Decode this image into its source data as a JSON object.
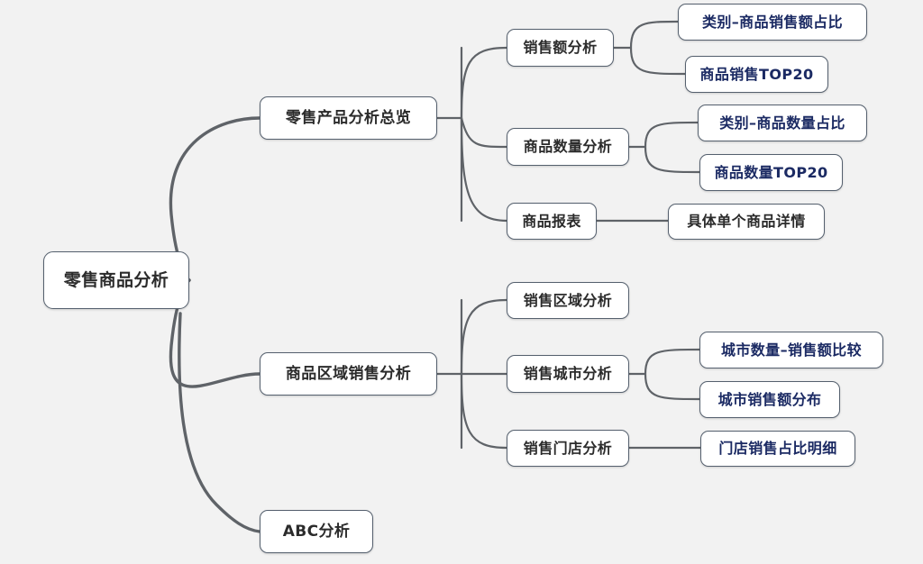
{
  "diagram": {
    "type": "mindmap",
    "title": "零售商品分析",
    "background_color": "#f2f2f2",
    "node_fill": "#ffffff",
    "node_border_color": "#55606e",
    "connector_color": "#5f6368",
    "accent_text_color": "#1b2a63",
    "primary_text_color": "#2b2b2b"
  },
  "nodes": {
    "root": {
      "label": "零售商品分析"
    },
    "overview": {
      "label": "零售产品分析总览"
    },
    "sales_amount": {
      "label": "销售额分析"
    },
    "sales_amount_share": {
      "label": "类别–商品销售额占比"
    },
    "sales_top20": {
      "label": "商品销售TOP20"
    },
    "qty_analysis": {
      "label": "商品数量分析"
    },
    "qty_share": {
      "label": "类别–商品数量占比"
    },
    "qty_top20": {
      "label": "商品数量TOP20"
    },
    "product_report": {
      "label": "商品报表"
    },
    "single_product_detail": {
      "label": "具体单个商品详情"
    },
    "region_sales": {
      "label": "商品区域销售分析"
    },
    "region_analysis": {
      "label": "销售区域分析"
    },
    "city_analysis": {
      "label": "销售城市分析"
    },
    "city_count_vs_amount": {
      "label": "城市数量–销售额比较"
    },
    "city_amount_dist": {
      "label": "城市销售额分布"
    },
    "store_analysis": {
      "label": "销售门店分析"
    },
    "store_share_detail": {
      "label": "门店销售占比明细"
    },
    "abc": {
      "label": "ABC分析"
    }
  }
}
